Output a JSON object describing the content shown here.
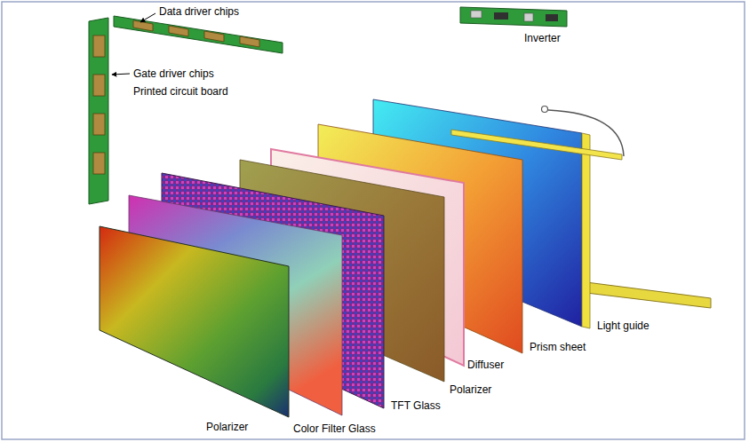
{
  "diagram": {
    "labels": [
      "Data driver chips",
      "Inverter",
      "Gate driver chips",
      "Printed circuit board",
      "Light guide",
      "Prism sheet",
      "Diffuser",
      "Polarizer",
      "TFT Glass",
      "Color Filter Glass",
      "Polarizer"
    ]
  }
}
